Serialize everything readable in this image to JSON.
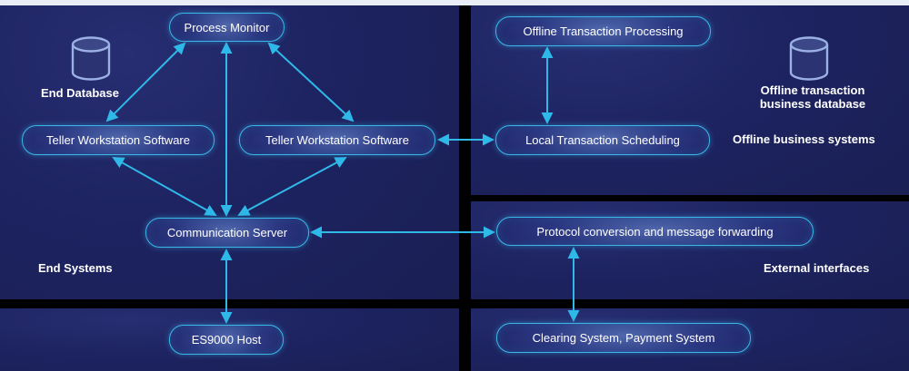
{
  "colors": {
    "accent": "#2fb9e8",
    "panel_bg": "#1d2360",
    "separator": "#e9edf5",
    "text": "#ffffff"
  },
  "icons": {
    "end_database": "database-cylinder",
    "offline_database": "database-cylinder"
  },
  "nodes": {
    "process_monitor": "Process Monitor",
    "teller_workstation_left": "Teller Workstation Software",
    "teller_workstation_right": "Teller Workstation Software",
    "communication_server": "Communication Server",
    "offline_transaction_processing": "Offline Transaction Processing",
    "local_transaction_scheduling": "Local Transaction Scheduling",
    "protocol_conversion": "Protocol conversion and message forwarding",
    "es9000_host": "ES9000 Host",
    "clearing_system": "Clearing System, Payment System"
  },
  "labels": {
    "end_database": "End Database",
    "end_systems": "End Systems",
    "offline_database": "Offline transaction business database",
    "offline_business_systems": "Offline business systems",
    "external_interfaces": "External interfaces"
  }
}
